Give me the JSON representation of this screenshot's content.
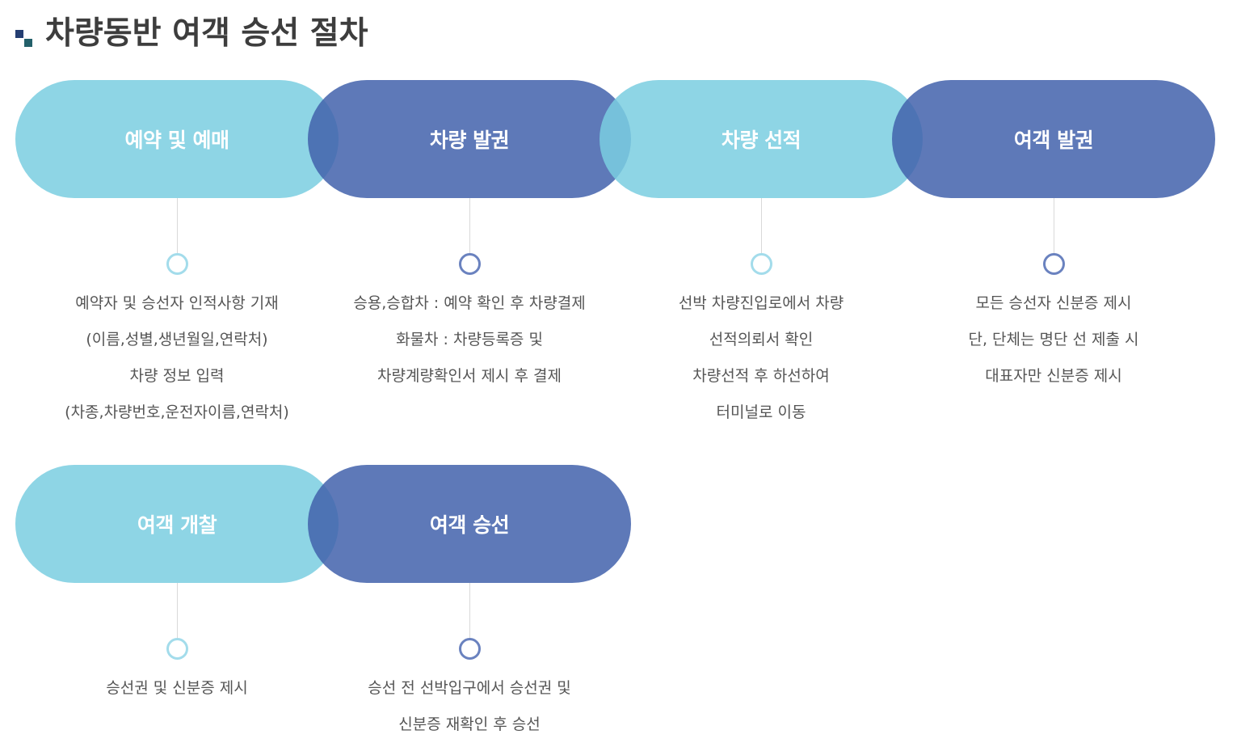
{
  "header": {
    "title": "차량동반 여객 승선 절차",
    "icon": "bullet-squares-icon",
    "icon_colors": [
      "#253e72",
      "#23606a"
    ]
  },
  "colors": {
    "light_pill": "#8dd5e6",
    "dark_pill": "#5d7bba",
    "light_node": "#a3dceb",
    "dark_node": "#6a82bf",
    "connector": "#d9d9d9",
    "title_text": "#3d3d3d",
    "desc_text": "#555555"
  },
  "steps": [
    {
      "label": "예약 및 예매",
      "tone": "light",
      "lines": [
        "예약자 및 승선자 인적사항 기재",
        "(이름,성별,생년월일,연락처)",
        "차량 정보 입력",
        "(차종,차량번호,운전자이름,연락처)"
      ]
    },
    {
      "label": "차량 발권",
      "tone": "dark",
      "lines": [
        "승용,승합차 : 예약 확인 후 차량결제",
        "화물차 : 차량등록증 및",
        "차량계량확인서 제시 후 결제"
      ]
    },
    {
      "label": "차량 선적",
      "tone": "light",
      "lines": [
        "선박 차량진입로에서 차량",
        "선적의뢰서 확인",
        "차량선적 후 하선하여",
        "터미널로 이동"
      ]
    },
    {
      "label": "여객 발권",
      "tone": "dark",
      "lines": [
        "모든 승선자 신분증 제시",
        "단, 단체는 명단 선 제출 시",
        "대표자만 신분증 제시"
      ]
    },
    {
      "label": "여객 개찰",
      "tone": "light",
      "lines": [
        "승선권 및 신분증 제시"
      ]
    },
    {
      "label": "여객 승선",
      "tone": "dark",
      "lines": [
        "승선 전 선박입구에서 승선권 및",
        "신분증 재확인 후 승선"
      ]
    }
  ]
}
